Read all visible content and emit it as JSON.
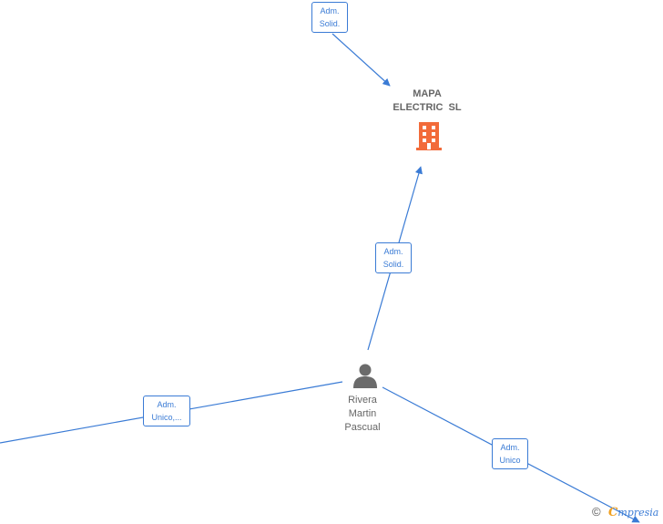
{
  "company": {
    "name_line1": "MAPA",
    "name_line2": "ELECTRIC  SL",
    "color": "#f26b3a"
  },
  "person": {
    "name_line1": "Rivera",
    "name_line2": "Martin",
    "name_line3": "Pascual",
    "color": "#6b6b6b"
  },
  "roles": {
    "top": {
      "line1": "Adm.",
      "line2": "Solid."
    },
    "middle": {
      "line1": "Adm.",
      "line2": "Solid."
    },
    "left": {
      "line1": "Adm.",
      "line2": "Unico,..."
    },
    "bottom_right": {
      "line1": "Adm.",
      "line2": "Unico"
    }
  },
  "edge_color": "#3a7bd5",
  "footer": {
    "copyright_symbol": "©",
    "brand_first": "C",
    "brand_rest": "mpresia"
  }
}
